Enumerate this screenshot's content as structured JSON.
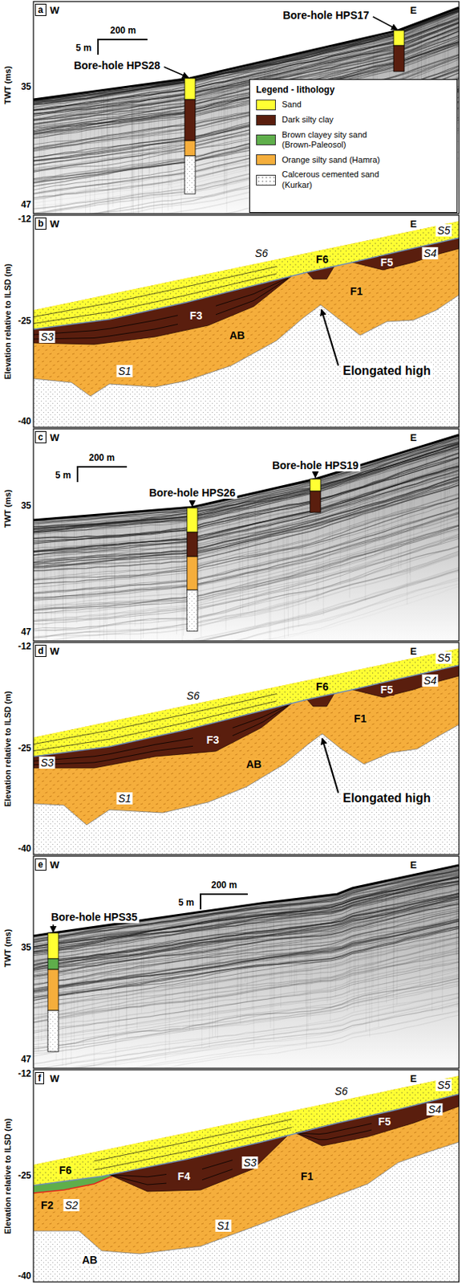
{
  "diagram": {
    "nodes": [
      {
        "text": [
          "a"
        ]
      },
      {
        "text": [
          "Legend - lithology"
        ]
      },
      {
        "text": [
          "b"
        ]
      },
      {
        "text": [
          "c"
        ]
      },
      {
        "text": [
          "d"
        ]
      },
      {
        "text": [
          "e"
        ]
      },
      {
        "text": [
          "f"
        ]
      }
    ],
    "labels": [
      "W",
      "E",
      "5 m",
      "200 m",
      "Bore-hole HPS17",
      "Bore-hole HPS28",
      "TWT (ms)",
      "35",
      "47",
      "-12",
      "-25",
      "-40",
      "Elevation relative to ILSD (m)",
      "W",
      "E",
      "S6",
      "F6",
      "S5",
      "F5",
      "S4",
      "F1",
      "F3",
      "S3",
      "S1",
      "AB",
      "Elongated high",
      "W",
      "E",
      "5 m",
      "200 m",
      "Bore-hole HPS26",
      "Bore-hole HPS19",
      "TWT (ms)",
      "35",
      "47",
      "-12",
      "-25",
      "-40",
      "Elevation relative to ILSD (m)",
      "W",
      "E",
      "S5",
      "F6",
      "F5",
      "S4",
      "S6",
      "F3",
      "F1",
      "S3",
      "AB",
      "S1",
      "Elongated high",
      "W",
      "E",
      "200 m",
      "5 m",
      "Bore-hole HPS35",
      "TWT (ms)",
      "35",
      "47",
      "-12",
      "-25",
      "-40",
      "Elevation relative to ILSD (m)",
      "W",
      "E",
      "S6",
      "S5",
      "F5",
      "S4",
      "F6",
      "F4",
      "S3",
      "F1",
      "F2",
      "S2",
      "S1",
      "AB"
    ],
    "legend": [
      {
        "text": "Sand",
        "color": "#ffff33"
      },
      {
        "text": "Dark silty clay",
        "color": "#5a1e0e"
      },
      {
        "text": "Brown clayey sity sand (Brown-Paleosol)",
        "color": "#5fae4b"
      },
      {
        "text": "Orange silty sand (Hamra)",
        "color": "#f5ae3c"
      },
      {
        "text": "Calcerous cemented sand (Kurkar)"
      }
    ]
  }
}
